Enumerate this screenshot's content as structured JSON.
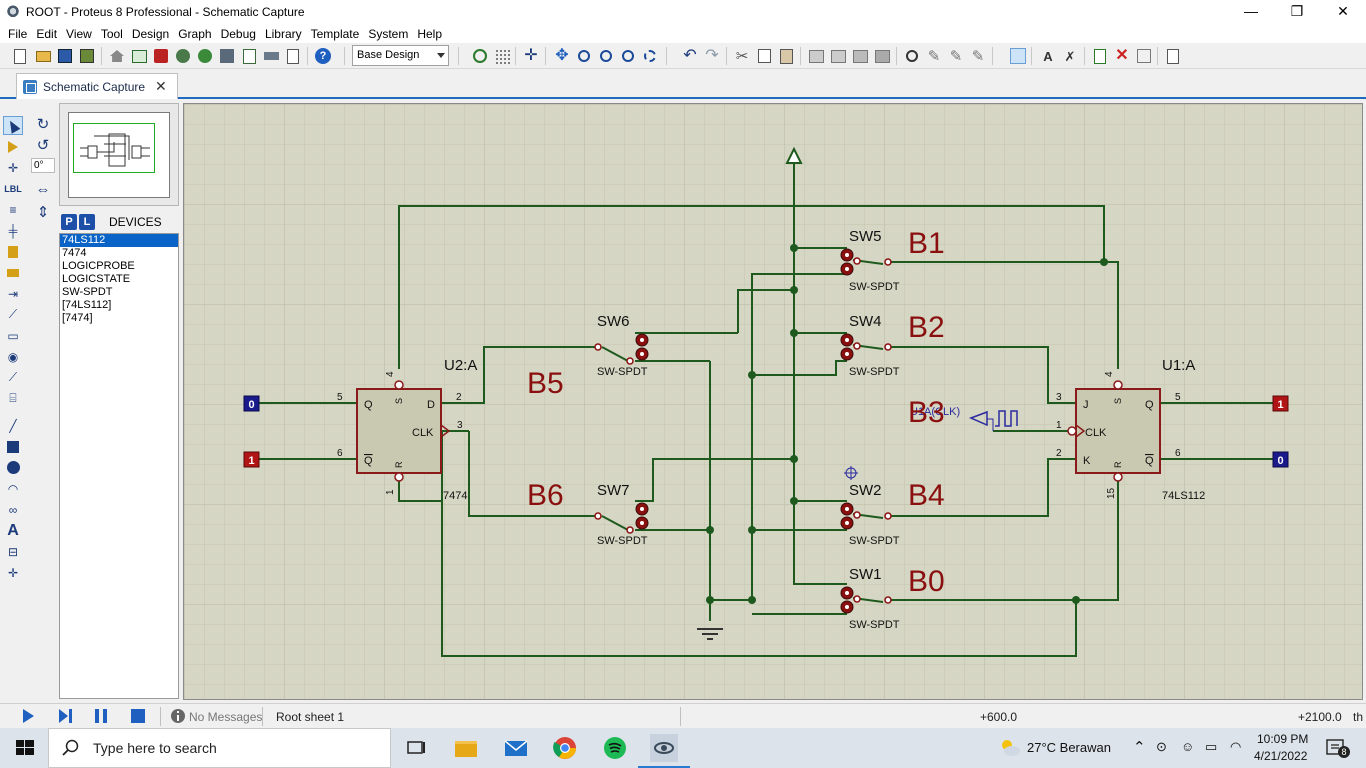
{
  "window": {
    "title": "ROOT - Proteus 8 Professional - Schematic Capture",
    "minimize": "—",
    "restore": "❐",
    "close": "✕"
  },
  "menu": [
    "File",
    "Edit",
    "View",
    "Tool",
    "Design",
    "Graph",
    "Debug",
    "Library",
    "Template",
    "System",
    "Help"
  ],
  "toolbar": {
    "design_select": "Base Design"
  },
  "tab": {
    "label": "Schematic Capture",
    "close": "✕"
  },
  "rotation": {
    "angle": "0°"
  },
  "devices": {
    "p_button": "P",
    "l_button": "L",
    "title": "DEVICES",
    "items": [
      "74LS112",
      "7474",
      "LOGICPROBE",
      "LOGICSTATE",
      "SW-SPDT",
      "[74LS112]",
      "[7474]"
    ],
    "selected_index": 0
  },
  "schematic": {
    "u2": {
      "name": "U2:A",
      "type": "7474",
      "pins": {
        "q": "Q",
        "qbar": "Q",
        "d": "D",
        "clk": "CLK",
        "s": "S",
        "r": "R"
      },
      "pin_numbers": {
        "q": "5",
        "qbar": "6",
        "d": "2",
        "clk": "3",
        "s": "4",
        "r": "1"
      }
    },
    "u1": {
      "name": "U1:A",
      "type": "74LS112",
      "pins": {
        "j": "J",
        "k": "K",
        "clk": "CLK",
        "q": "Q",
        "qbar": "Q",
        "s": "S",
        "r": "R"
      },
      "pin_numbers": {
        "j": "3",
        "clk": "1",
        "k": "2",
        "q": "5",
        "qbar": "6",
        "s": "4",
        "r": "15"
      }
    },
    "logic_states": {
      "u2_q": "0",
      "u2_qbar": "1"
    },
    "logic_probes": {
      "u1_q": "1",
      "u1_qbar": "0"
    },
    "switches": [
      {
        "name": "SW5",
        "type": "SW-SPDT",
        "bit": "B1"
      },
      {
        "name": "SW4",
        "type": "SW-SPDT",
        "bit": "B2"
      },
      {
        "name": "SW6",
        "type": "SW-SPDT",
        "bit": "B5"
      },
      {
        "name": "SW7",
        "type": "SW-SPDT",
        "bit": "B6"
      },
      {
        "name": "SW2",
        "type": "SW-SPDT",
        "bit": "B4"
      },
      {
        "name": "SW1",
        "type": "SW-SPDT",
        "bit": "B0"
      }
    ],
    "b3_label": "B3",
    "clock_label": "U1A(CLK)"
  },
  "status": {
    "messages": "No Messages",
    "sheet": "Root sheet 1",
    "coord_x": "+600.0",
    "coord_y": "+2100.0",
    "unit": "th"
  },
  "taskbar": {
    "search_placeholder": "Type here to search",
    "weather": "27°C  Berawan",
    "time": "10:09 PM",
    "date": "4/21/2022",
    "notifications": "8"
  }
}
